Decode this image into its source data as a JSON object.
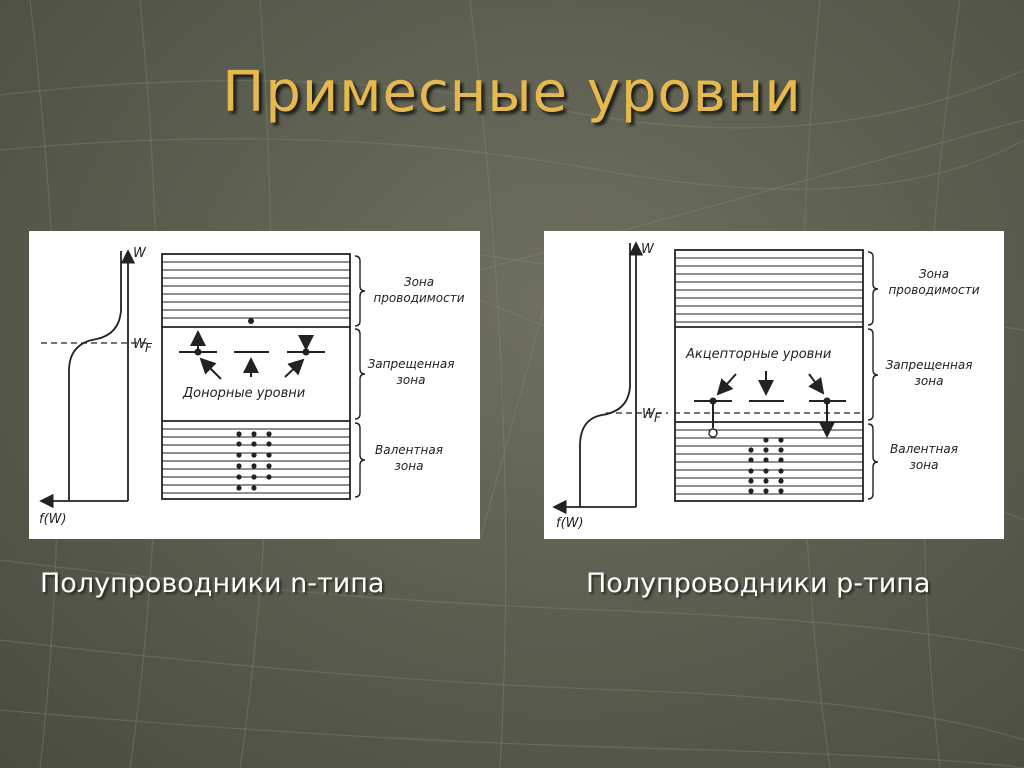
{
  "slide": {
    "title": "Примесные уровни",
    "colors": {
      "title": "#e6b94e",
      "caption": "#ffffff",
      "panel": "#ffffff",
      "ink": "#222222"
    }
  },
  "n_type": {
    "caption": "Полупроводники n-типа",
    "axis_w": "W",
    "axis_f": "f(W)",
    "fermi": "W",
    "fermi_sub": "F",
    "zones": {
      "conduction": [
        "Зона",
        "проводимости"
      ],
      "gap": [
        "Запрещенная",
        "зона"
      ],
      "valence": [
        "Валентная",
        "зона"
      ]
    },
    "levels_label": "Донорные уровни"
  },
  "p_type": {
    "caption": "Полупроводники p-типа",
    "axis_w": "W",
    "axis_f": "f(W)",
    "fermi": "W",
    "fermi_sub": "F",
    "zones": {
      "conduction": [
        "Зона",
        "проводимости"
      ],
      "gap": [
        "Запрещенная",
        "зона"
      ],
      "valence": [
        "Валентная",
        "зона"
      ]
    },
    "levels_label": "Акцепторные уровни"
  }
}
